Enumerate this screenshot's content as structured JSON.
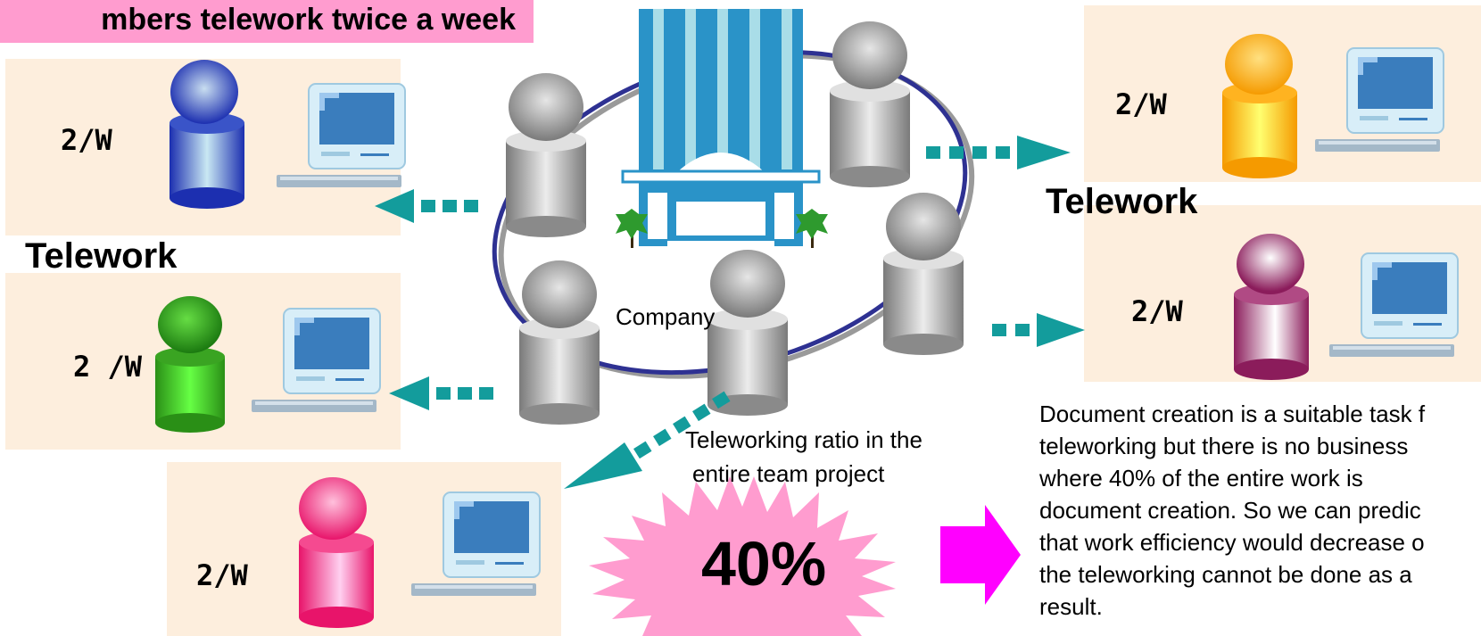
{
  "title": "mbers telework twice a week",
  "telework_labels": [
    "Telework",
    "Telework"
  ],
  "company_label": "Company",
  "freq_labels": [
    "2/W",
    "2 /W",
    "2/W",
    "2/W",
    "2/W"
  ],
  "ratio_caption_line1": "Teleworking ratio in the",
  "ratio_caption_line2": "entire team project",
  "ratio_value": "40%",
  "note": "Document creation is a suitable task f\nteleworking but there is no business\nwhere 40% of the entire work is\ndocument creation.  So we can predic\nthat work efficiency would decrease o\nthe teleworking cannot be done as a\nresult.",
  "colors": {
    "banner": "#ff9ccf",
    "panel": "#fdeedd",
    "arrow_teal": "#139c9c",
    "arrow_magenta": "#ff00ff",
    "starburst": "#ff9ccf",
    "ring": "#2e3192"
  },
  "icons": [
    "person-icon",
    "computer-icon",
    "building-icon",
    "tree-icon",
    "arrow-icon",
    "starburst-icon"
  ]
}
